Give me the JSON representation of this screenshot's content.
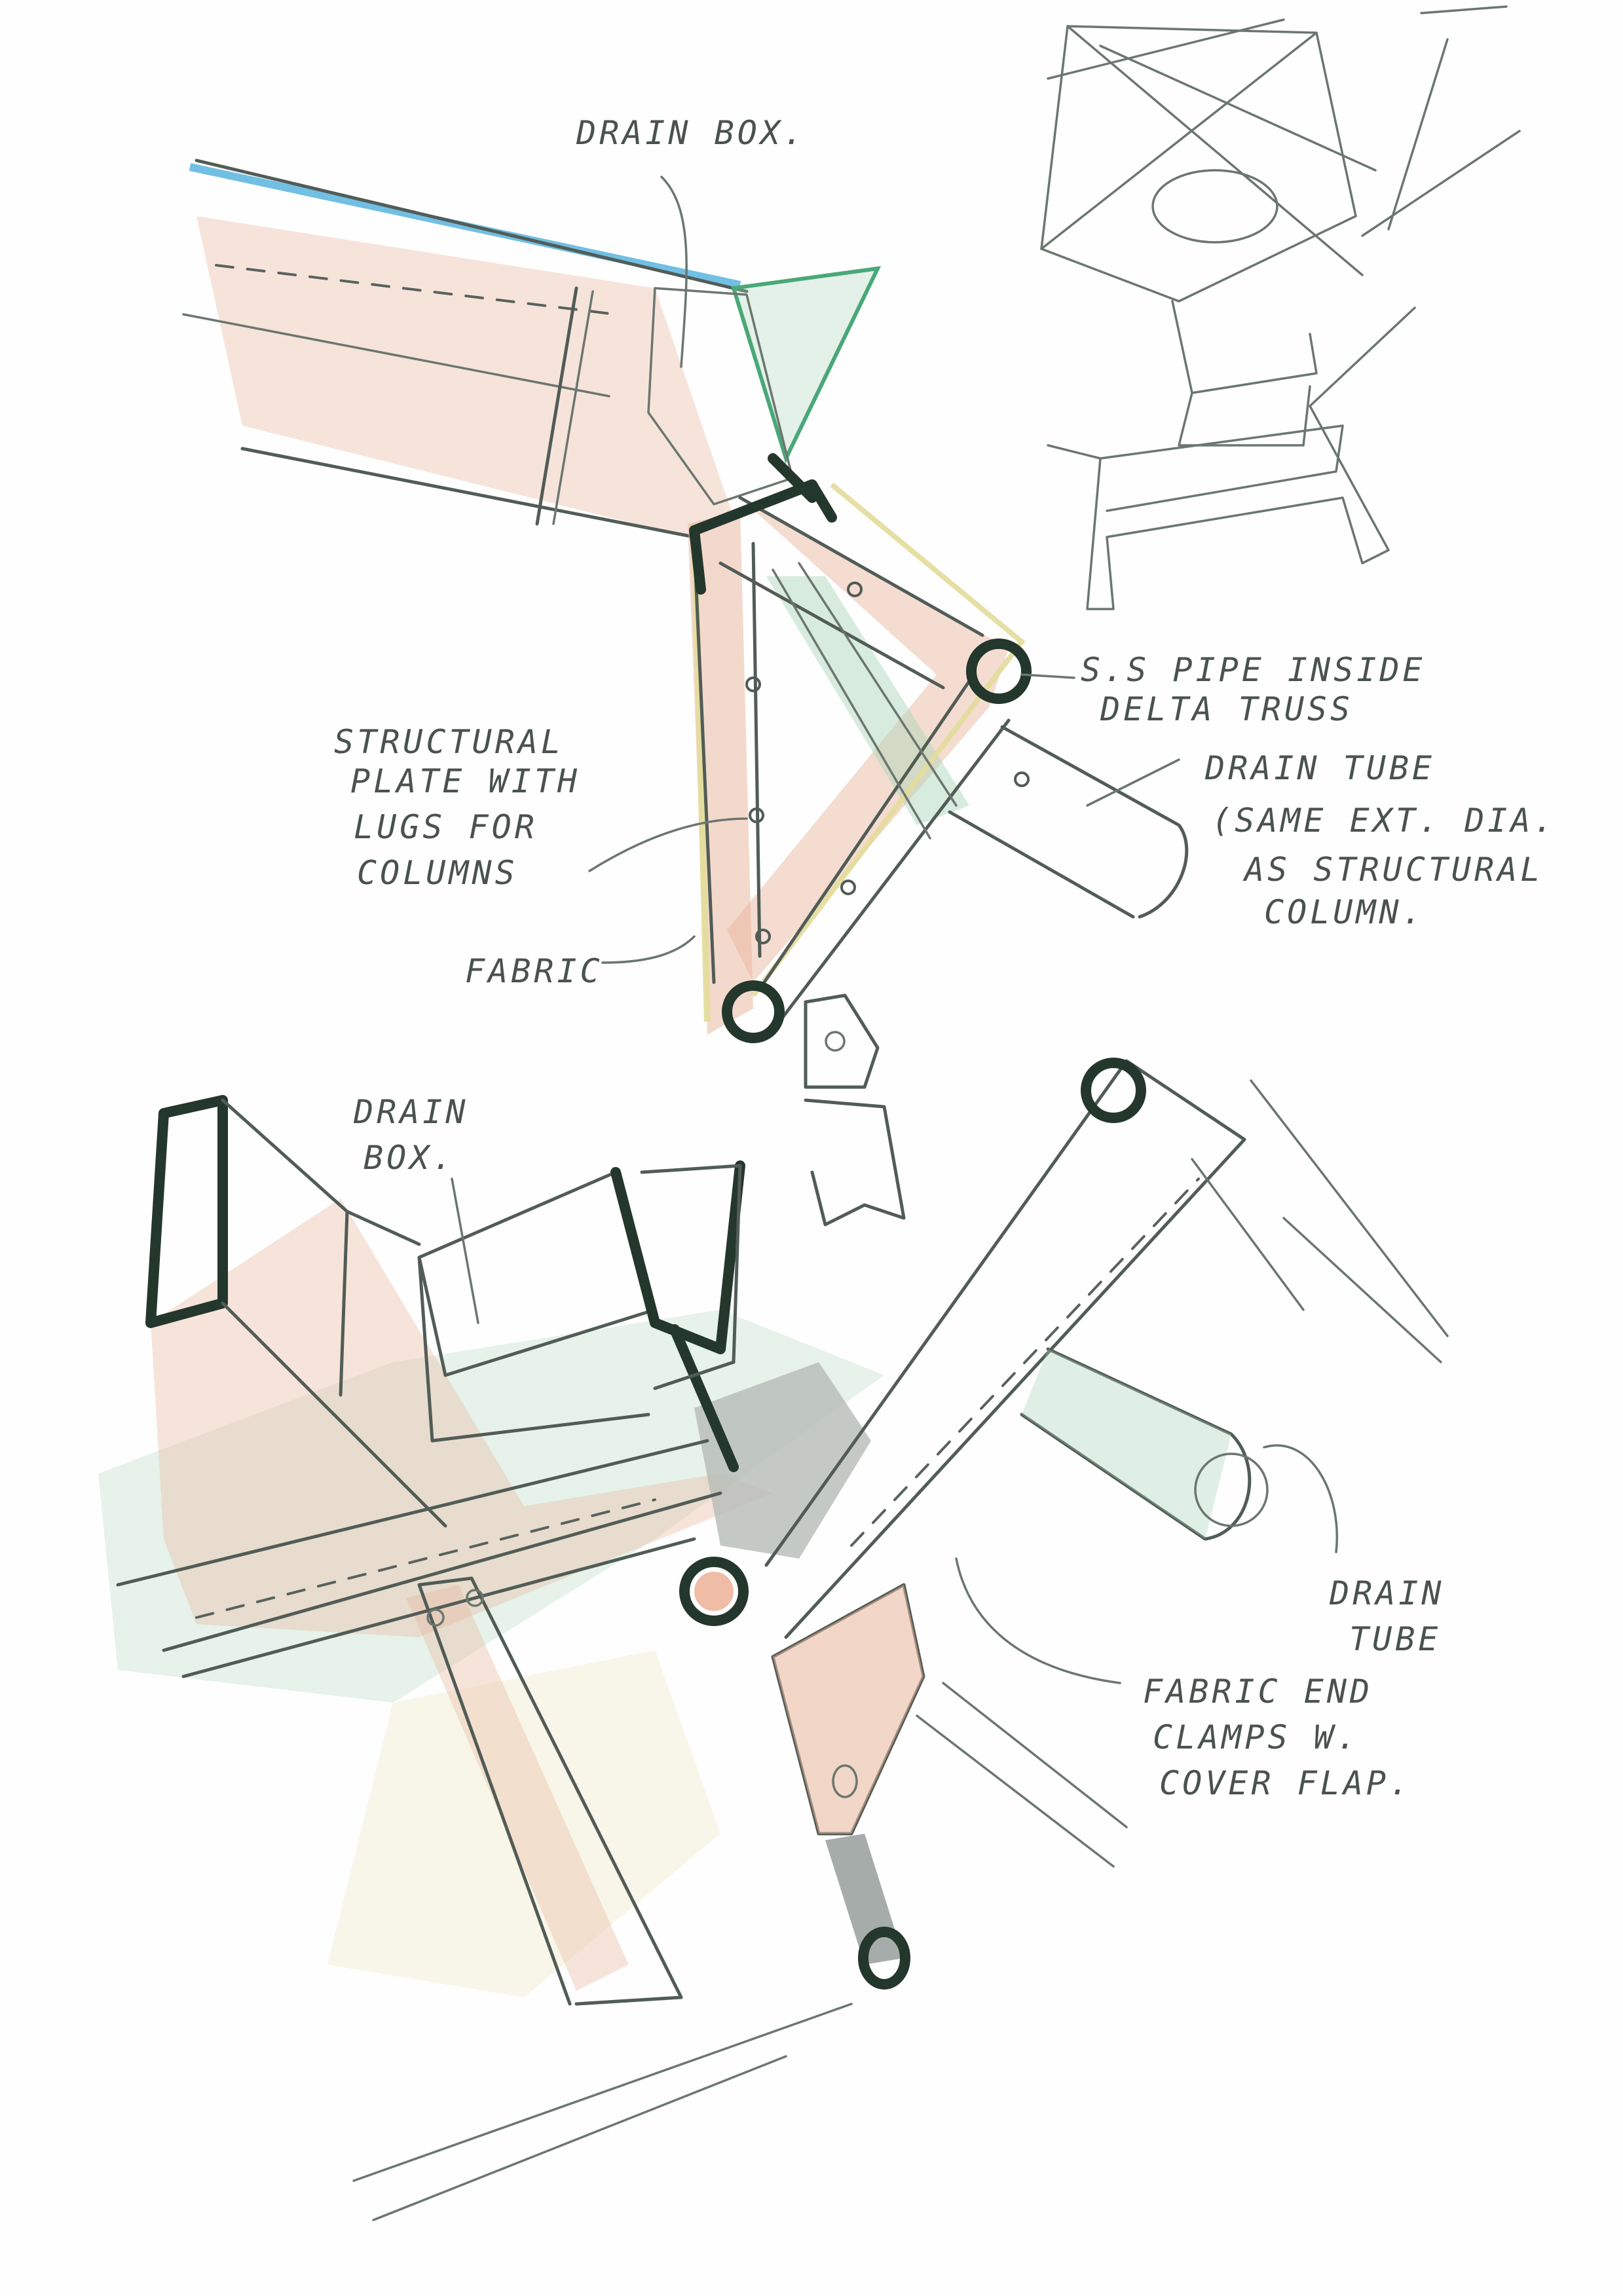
{
  "labels": {
    "drain_box_top": "DRAIN BOX.",
    "ss_pipe_line1": "S.S PIPE INSIDE",
    "ss_pipe_line2": "DELTA TRUSS",
    "structural_plate_line1": "STRUCTURAL",
    "structural_plate_line2": "PLATE WITH",
    "structural_plate_line3": "LUGS FOR",
    "structural_plate_line4": "COLUMNS",
    "drain_tube_line1": "DRAIN TUBE",
    "drain_tube_line2": "(SAME EXT. DIA.",
    "drain_tube_line3": "AS STRUCTURAL",
    "drain_tube_line4": "COLUMN.",
    "fabric": "FABRIC",
    "drain_box_bottom_line1": "DRAIN",
    "drain_box_bottom_line2": "BOX.",
    "drain_tube_bottom_line1": "DRAIN",
    "drain_tube_bottom_line2": "TUBE",
    "fabric_clamps_line1": "FABRIC END",
    "fabric_clamps_line2": "CLAMPS W.",
    "fabric_clamps_line3": "COVER FLAP."
  },
  "colors": {
    "ink": "#525c57",
    "bold_ink": "#24372c",
    "pencil_orange": "#e8b49a",
    "pencil_green": "#a9d4b8",
    "pencil_blue": "#62b8e0",
    "pencil_yellow": "#e3dc9a",
    "pencil_grey": "#b7bcb8"
  }
}
